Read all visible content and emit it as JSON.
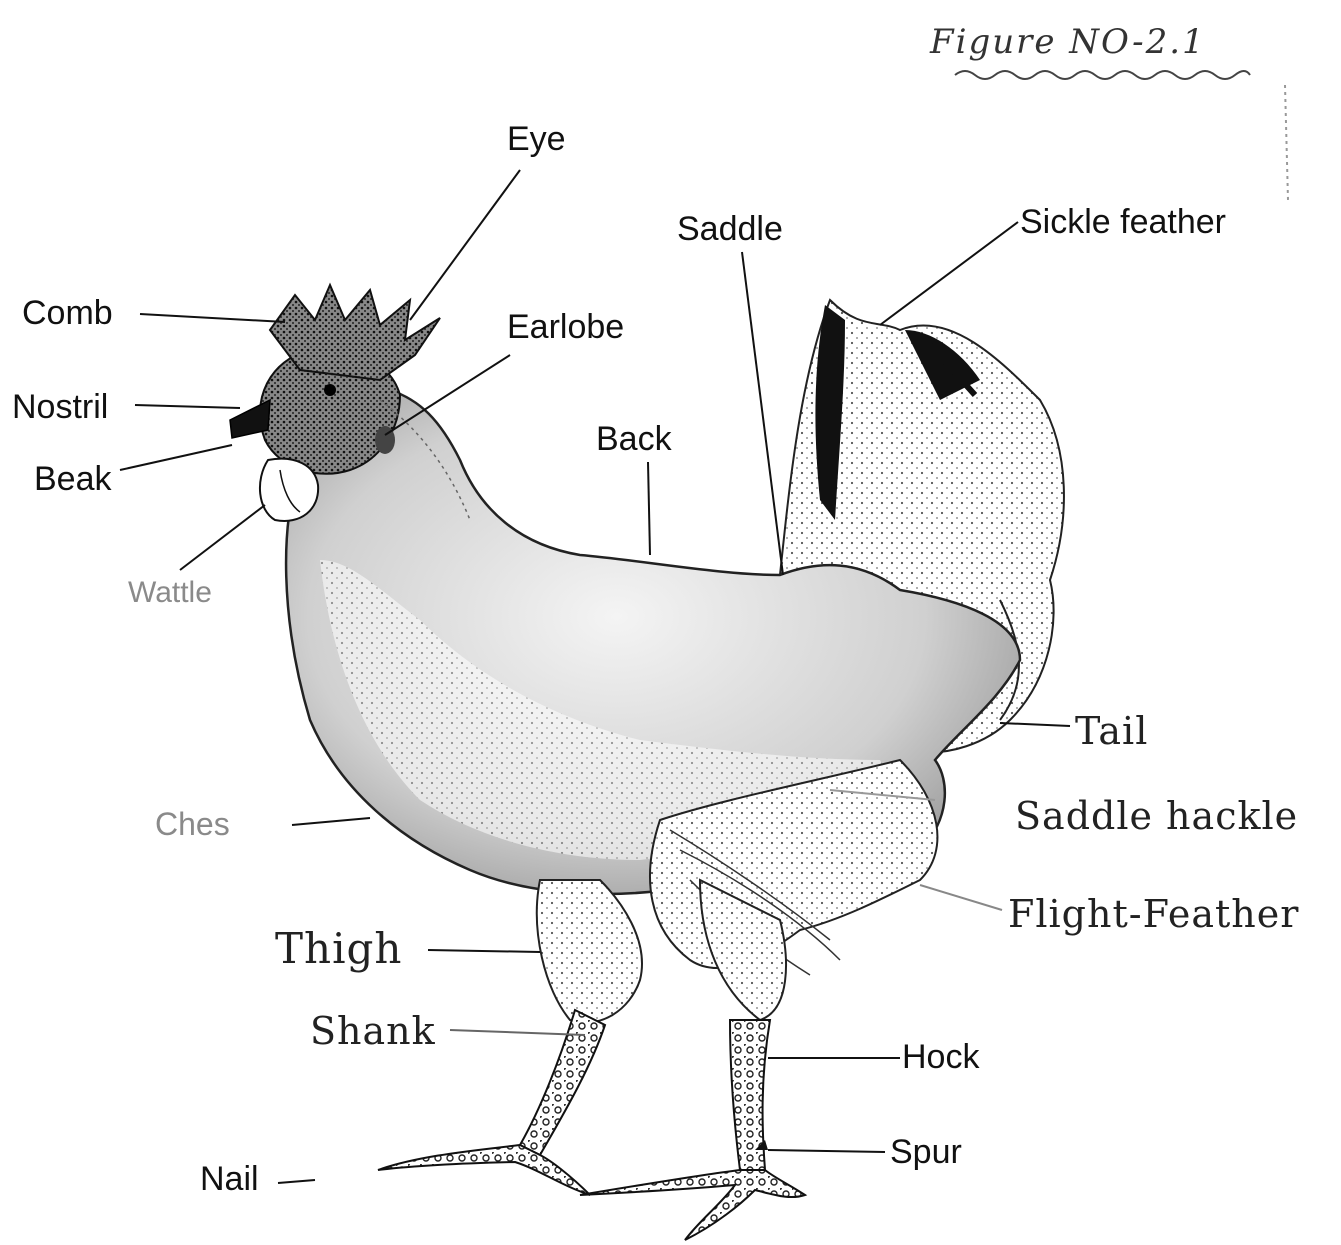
{
  "figure_caption": "Figure NO-2.1",
  "labels": {
    "eye": "Eye",
    "saddle": "Saddle",
    "sickle_feather": "Sickle feather",
    "comb": "Comb",
    "earlobe": "Earlobe",
    "nostril": "Nostril",
    "back": "Back",
    "beak": "Beak",
    "wattle": "Wattle",
    "tail": "Tail",
    "chest": "Ches",
    "saddle_hackle": "Saddle hackle",
    "flight_feather": "Flight-Feather",
    "thigh": "Thigh",
    "shank": "Shank",
    "hock": "Hock",
    "spur": "Spur",
    "nail": "Nail"
  },
  "colors": {
    "ink": "#111111",
    "comb_fill": "#2a2a2a",
    "body_shade": "#bdbdbd",
    "paper": "#ffffff"
  }
}
